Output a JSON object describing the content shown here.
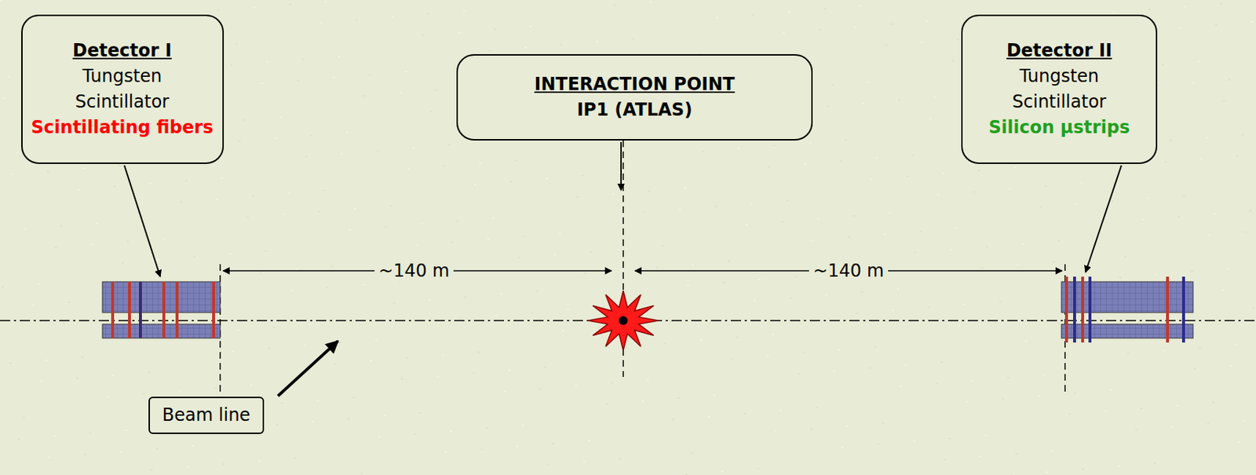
{
  "diagram": {
    "nodes": [
      {
        "text": [
          "Detector I",
          "Tungsten",
          "Scintillator",
          "Scintillating fibers"
        ]
      },
      {
        "text": [
          "INTERACTION POINT",
          "IP1 (ATLAS)"
        ]
      },
      {
        "text": [
          "Detector II",
          "Tungsten",
          "Scintillator",
          "Silicon μstrips"
        ]
      },
      {
        "text": [
          "Beam line"
        ]
      }
    ],
    "labels": [
      "~140 m",
      "~140 m"
    ]
  }
}
